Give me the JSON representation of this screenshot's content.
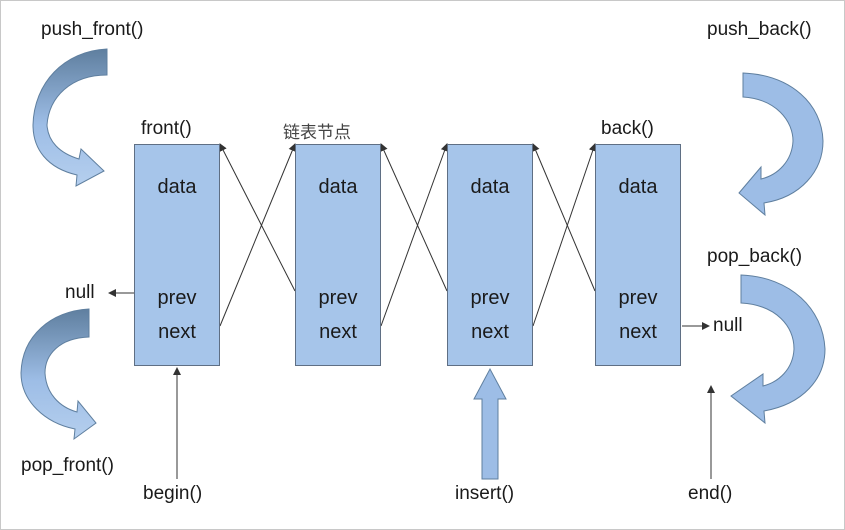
{
  "methods": {
    "push_front": "push_front()",
    "pop_front": "pop_front()",
    "push_back": "push_back()",
    "pop_back": "pop_back()",
    "front": "front()",
    "back": "back()",
    "begin": "begin()",
    "insert": "insert()",
    "end": "end()"
  },
  "node_caption": "链表节点",
  "null_label": "null",
  "nodes": [
    {
      "data": "data",
      "prev": "prev",
      "next": "next"
    },
    {
      "data": "data",
      "prev": "prev",
      "next": "next"
    },
    {
      "data": "data",
      "prev": "prev",
      "next": "next"
    },
    {
      "data": "data",
      "prev": "prev",
      "next": "next"
    }
  ],
  "colors": {
    "node_fill": "#a6c5ea",
    "arrow_fill": "#9dbde6",
    "arrow_fill_dark": "#5f7f9f",
    "line": "#333333"
  }
}
